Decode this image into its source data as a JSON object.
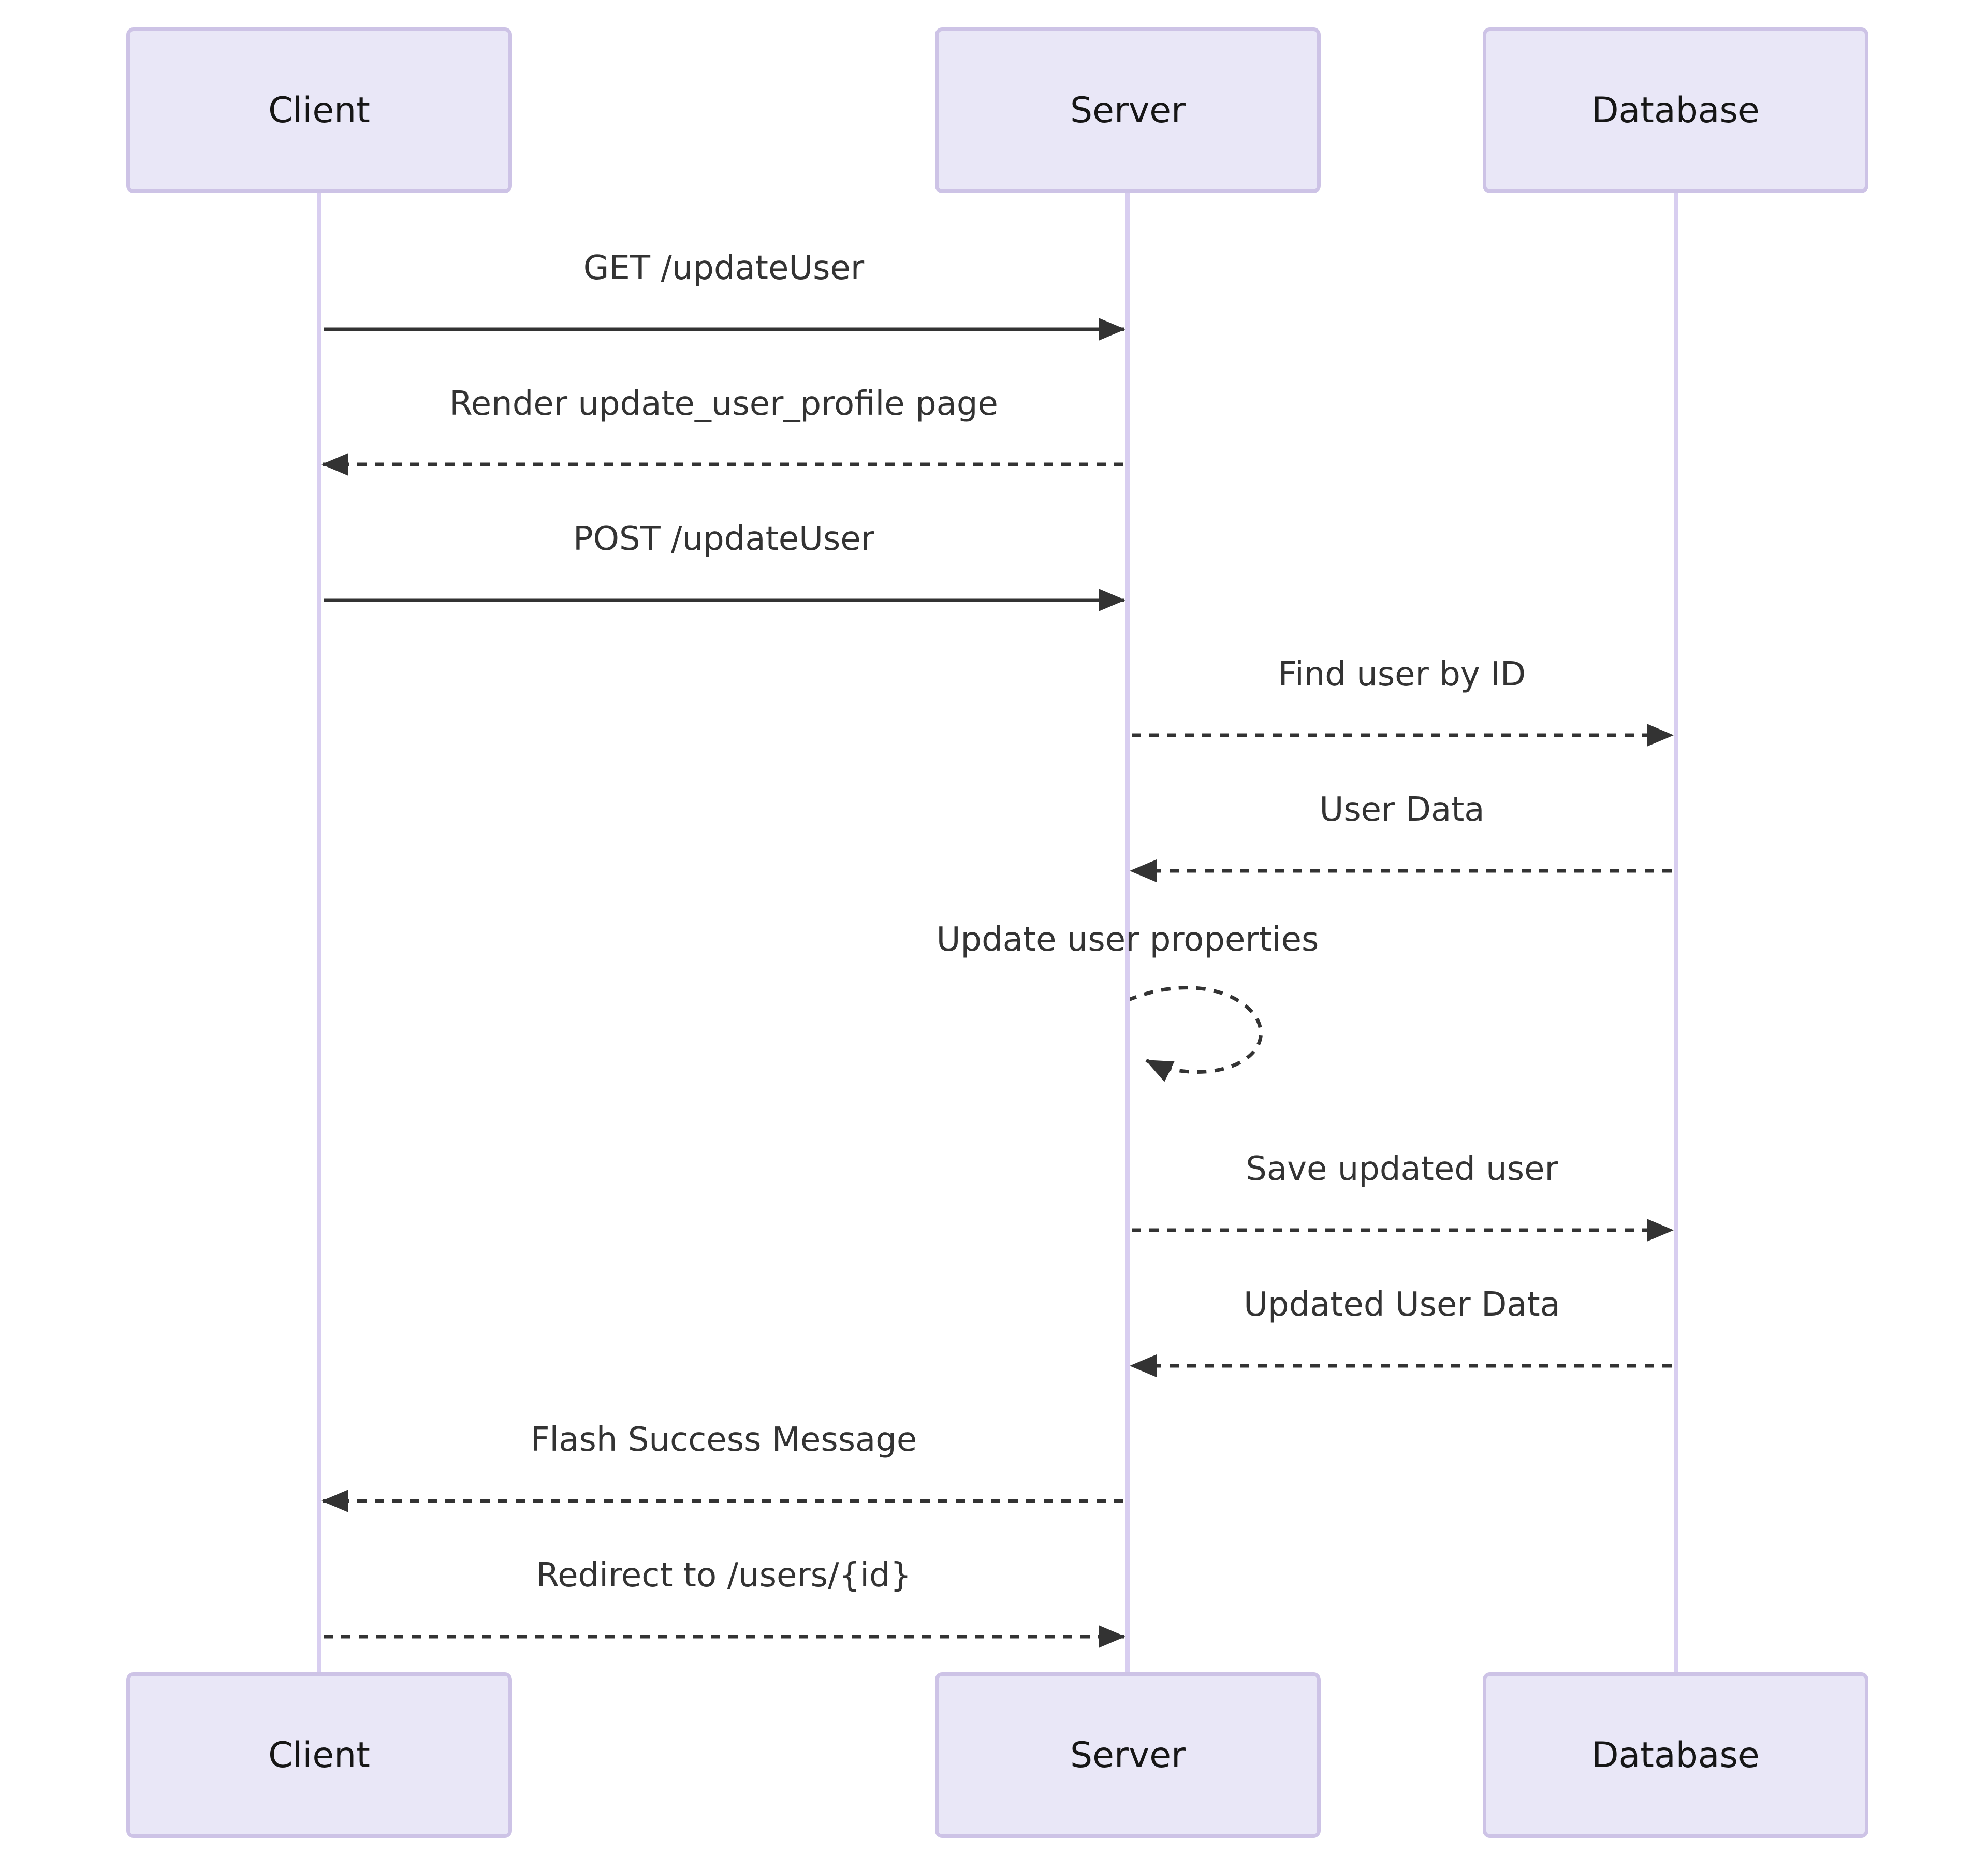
{
  "diagram": {
    "kind": "sequence-diagram",
    "actors": [
      {
        "id": "client",
        "name": "Client"
      },
      {
        "id": "server",
        "name": "Server"
      },
      {
        "id": "database",
        "name": "Database"
      }
    ],
    "messages": [
      {
        "text": "GET /updateUser",
        "from": "client",
        "to": "server",
        "line": "solid",
        "self": false
      },
      {
        "text": "Render update_user_profile page",
        "from": "server",
        "to": "client",
        "line": "dashed",
        "self": false
      },
      {
        "text": "POST /updateUser",
        "from": "client",
        "to": "server",
        "line": "solid",
        "self": false
      },
      {
        "text": "Find user by ID",
        "from": "server",
        "to": "database",
        "line": "dashed",
        "self": false
      },
      {
        "text": "User Data",
        "from": "database",
        "to": "server",
        "line": "dashed",
        "self": false
      },
      {
        "text": "Update user properties",
        "from": "server",
        "to": "server",
        "line": "dashed",
        "self": true
      },
      {
        "text": "Save updated user",
        "from": "server",
        "to": "database",
        "line": "dashed",
        "self": false
      },
      {
        "text": "Updated User Data",
        "from": "database",
        "to": "server",
        "line": "dashed",
        "self": false
      },
      {
        "text": "Flash Success Message",
        "from": "server",
        "to": "client",
        "line": "dashed",
        "self": false
      },
      {
        "text": "Redirect to /users/{id}",
        "from": "client",
        "to": "server",
        "line": "dashed",
        "self": false
      }
    ],
    "colors": {
      "actor_fill": "#E9E7F7",
      "actor_border": "#CDC3E6",
      "lifeline": "#D8CEF0",
      "arrow": "#333333",
      "message_text": "#333333"
    }
  }
}
